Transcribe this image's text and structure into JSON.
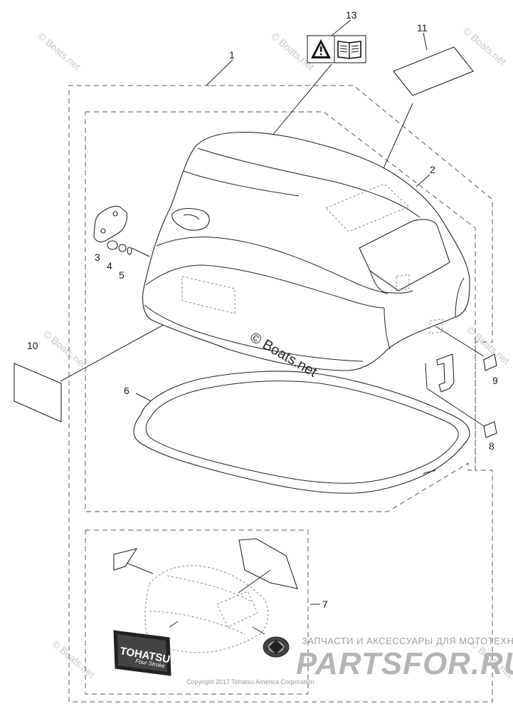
{
  "callouts": {
    "c1": "1",
    "c2": "2",
    "c3": "3",
    "c4": "4",
    "c5": "5",
    "c6": "6",
    "c7": "7",
    "c8": "8",
    "c9": "9",
    "c10": "10",
    "c11": "11",
    "c13": "13"
  },
  "watermarks": {
    "center": "© Boats.net",
    "corner": "© Boats.net"
  },
  "dealer": {
    "tagline": "ЗАПЧАСТИ И АКСЕССУАРЫ ДЛЯ МОТОТЕХНИКИ",
    "site": "PARTSFOR.RU"
  },
  "copyright": "Copyright 2017 Tohatsu America Corporation",
  "decal": {
    "brand": "TOHATSU",
    "sub": "Four Stroke"
  },
  "icons": [
    "warning-triangle-icon",
    "manual-book-icon"
  ]
}
